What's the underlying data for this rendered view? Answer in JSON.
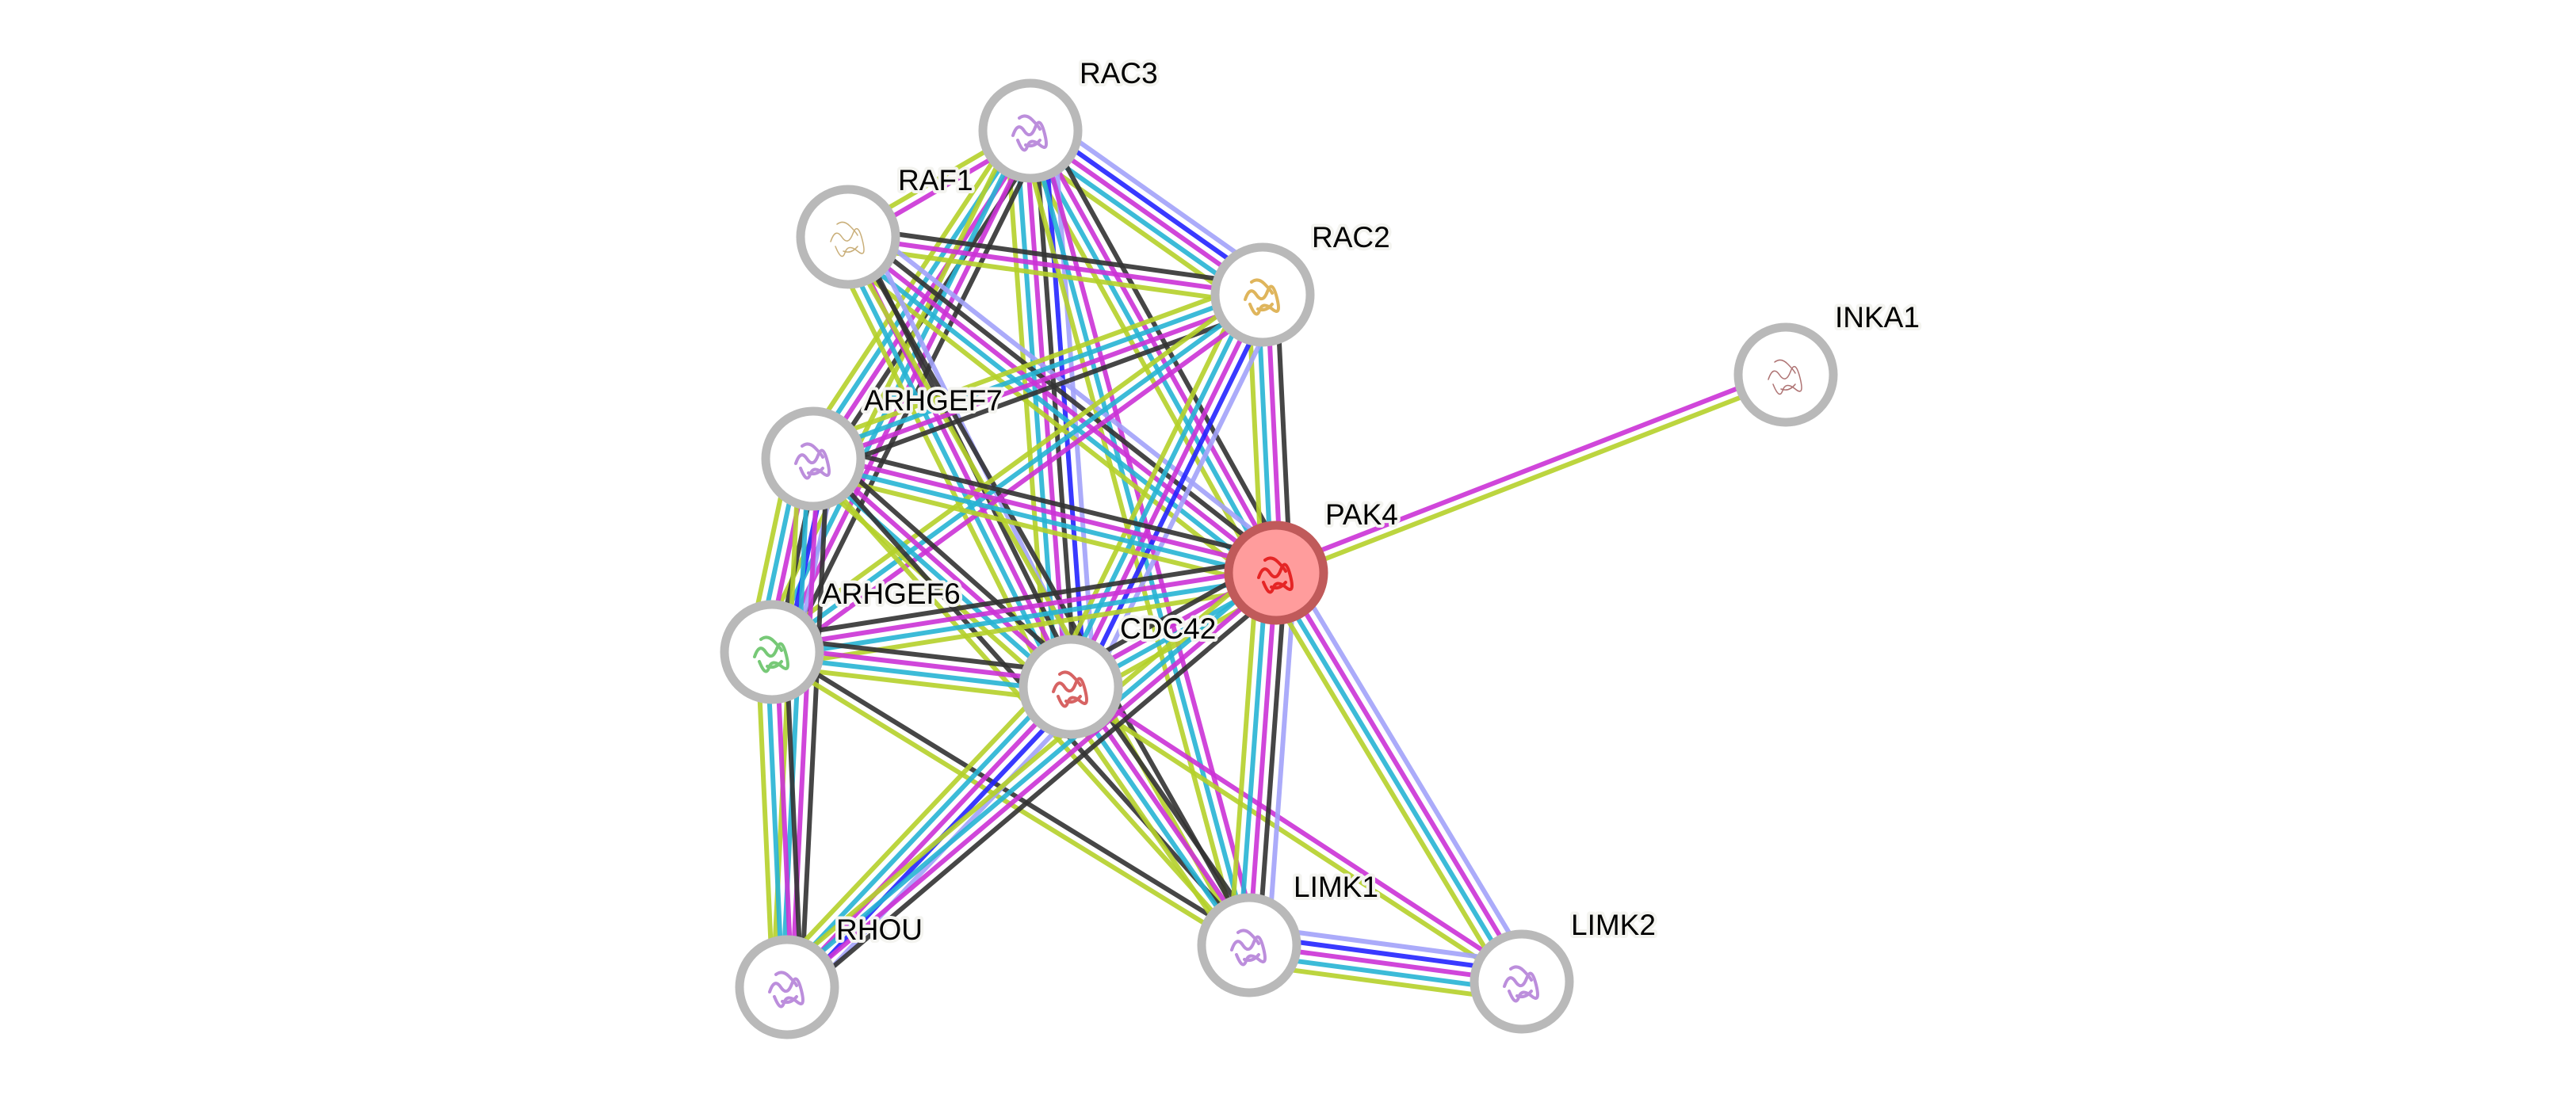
{
  "network": {
    "query_protein": "PAK4",
    "evidence_colors": {
      "homology": "#a3a3fa",
      "cooccurrence": "#2424ff",
      "coexpression": "#333333",
      "experiments": "#cc33d6",
      "database": "#27b4d4",
      "textmining": "#b5d12b",
      "query_fill": "#ff9c9c",
      "query_border": "#c05a5a",
      "node_border": "#b9b9b9"
    },
    "nodes": [
      {
        "id": "RAC3",
        "label": "RAC3",
        "structure_color": "#b07ad6",
        "query": false
      },
      {
        "id": "RAF1",
        "label": "RAF1",
        "structure_color": "#c0a060",
        "query": false
      },
      {
        "id": "RAC2",
        "label": "RAC2",
        "structure_color": "#d9a840",
        "query": false
      },
      {
        "id": "INKA1",
        "label": "INKA1",
        "structure_color": "#a05a5a",
        "query": false
      },
      {
        "id": "ARHGEF7",
        "label": "ARHGEF7",
        "structure_color": "#b07ad6",
        "query": false
      },
      {
        "id": "PAK4",
        "label": "PAK4",
        "structure_color": "#e01010",
        "query": true
      },
      {
        "id": "ARHGEF6",
        "label": "ARHGEF6",
        "structure_color": "#5fbf5f",
        "query": false
      },
      {
        "id": "CDC42",
        "label": "CDC42",
        "structure_color": "#d04848",
        "query": false
      },
      {
        "id": "LIMK1",
        "label": "LIMK1",
        "structure_color": "#b07ad6",
        "query": false
      },
      {
        "id": "LIMK2",
        "label": "LIMK2",
        "structure_color": "#b07ad6",
        "query": false
      },
      {
        "id": "RHOU",
        "label": "RHOU",
        "structure_color": "#b07ad6",
        "query": false
      }
    ],
    "edges": [
      {
        "a": "PAK4",
        "b": "INKA1",
        "evidence": [
          "experiments",
          "textmining"
        ]
      },
      {
        "a": "RAC3",
        "b": "RAC2",
        "evidence": [
          "homology",
          "cooccurrence",
          "experiments",
          "database",
          "textmining"
        ]
      },
      {
        "a": "RAC3",
        "b": "PAK4",
        "evidence": [
          "coexpression",
          "experiments",
          "database",
          "textmining"
        ]
      },
      {
        "a": "RAC3",
        "b": "CDC42",
        "evidence": [
          "homology",
          "cooccurrence",
          "coexpression",
          "experiments",
          "database",
          "textmining"
        ]
      },
      {
        "a": "RAC3",
        "b": "RAF1",
        "evidence": [
          "experiments",
          "textmining"
        ]
      },
      {
        "a": "RAC3",
        "b": "ARHGEF7",
        "evidence": [
          "coexpression",
          "experiments",
          "database",
          "textmining"
        ]
      },
      {
        "a": "RAC3",
        "b": "ARHGEF6",
        "evidence": [
          "coexpression",
          "experiments",
          "database",
          "textmining"
        ]
      },
      {
        "a": "RAC3",
        "b": "LIMK1",
        "evidence": [
          "experiments",
          "database",
          "textmining"
        ]
      },
      {
        "a": "RAF1",
        "b": "RAC2",
        "evidence": [
          "coexpression",
          "experiments",
          "textmining"
        ]
      },
      {
        "a": "RAF1",
        "b": "PAK4",
        "evidence": [
          "homology",
          "coexpression",
          "experiments",
          "database",
          "textmining"
        ]
      },
      {
        "a": "RAF1",
        "b": "CDC42",
        "evidence": [
          "homology",
          "coexpression",
          "experiments",
          "database",
          "textmining"
        ]
      },
      {
        "a": "RAF1",
        "b": "LIMK1",
        "evidence": [
          "coexpression",
          "textmining"
        ]
      },
      {
        "a": "RAC2",
        "b": "PAK4",
        "evidence": [
          "coexpression",
          "experiments",
          "database",
          "textmining"
        ]
      },
      {
        "a": "RAC2",
        "b": "CDC42",
        "evidence": [
          "homology",
          "cooccurrence",
          "experiments",
          "database",
          "textmining"
        ]
      },
      {
        "a": "RAC2",
        "b": "ARHGEF7",
        "evidence": [
          "coexpression",
          "experiments",
          "database",
          "textmining"
        ]
      },
      {
        "a": "RAC2",
        "b": "ARHGEF6",
        "evidence": [
          "experiments",
          "database",
          "textmining"
        ]
      },
      {
        "a": "ARHGEF7",
        "b": "ARHGEF6",
        "evidence": [
          "homology",
          "cooccurrence",
          "coexpression",
          "experiments",
          "database",
          "textmining"
        ]
      },
      {
        "a": "ARHGEF7",
        "b": "PAK4",
        "evidence": [
          "coexpression",
          "experiments",
          "database",
          "textmining"
        ]
      },
      {
        "a": "ARHGEF7",
        "b": "CDC42",
        "evidence": [
          "coexpression",
          "experiments",
          "database",
          "textmining"
        ]
      },
      {
        "a": "ARHGEF7",
        "b": "RHOU",
        "evidence": [
          "coexpression",
          "experiments",
          "database",
          "textmining"
        ]
      },
      {
        "a": "ARHGEF7",
        "b": "LIMK1",
        "evidence": [
          "coexpression",
          "textmining"
        ]
      },
      {
        "a": "ARHGEF6",
        "b": "PAK4",
        "evidence": [
          "coexpression",
          "experiments",
          "database",
          "textmining"
        ]
      },
      {
        "a": "ARHGEF6",
        "b": "CDC42",
        "evidence": [
          "coexpression",
          "experiments",
          "database",
          "textmining"
        ]
      },
      {
        "a": "ARHGEF6",
        "b": "RHOU",
        "evidence": [
          "coexpression",
          "experiments",
          "database",
          "textmining"
        ]
      },
      {
        "a": "ARHGEF6",
        "b": "LIMK1",
        "evidence": [
          "coexpression",
          "textmining"
        ]
      },
      {
        "a": "CDC42",
        "b": "PAK4",
        "evidence": [
          "coexpression",
          "experiments",
          "database",
          "textmining"
        ]
      },
      {
        "a": "CDC42",
        "b": "RHOU",
        "evidence": [
          "homology",
          "cooccurrence",
          "experiments",
          "database",
          "textmining"
        ]
      },
      {
        "a": "CDC42",
        "b": "LIMK1",
        "evidence": [
          "coexpression",
          "experiments",
          "database",
          "textmining"
        ]
      },
      {
        "a": "CDC42",
        "b": "LIMK2",
        "evidence": [
          "experiments",
          "textmining"
        ]
      },
      {
        "a": "PAK4",
        "b": "RHOU",
        "evidence": [
          "coexpression",
          "experiments",
          "database",
          "textmining"
        ]
      },
      {
        "a": "PAK4",
        "b": "LIMK1",
        "evidence": [
          "homology",
          "coexpression",
          "experiments",
          "database",
          "textmining"
        ]
      },
      {
        "a": "PAK4",
        "b": "LIMK2",
        "evidence": [
          "homology",
          "experiments",
          "database",
          "textmining"
        ]
      },
      {
        "a": "LIMK1",
        "b": "LIMK2",
        "evidence": [
          "homology",
          "cooccurrence",
          "experiments",
          "database",
          "textmining"
        ]
      }
    ]
  }
}
